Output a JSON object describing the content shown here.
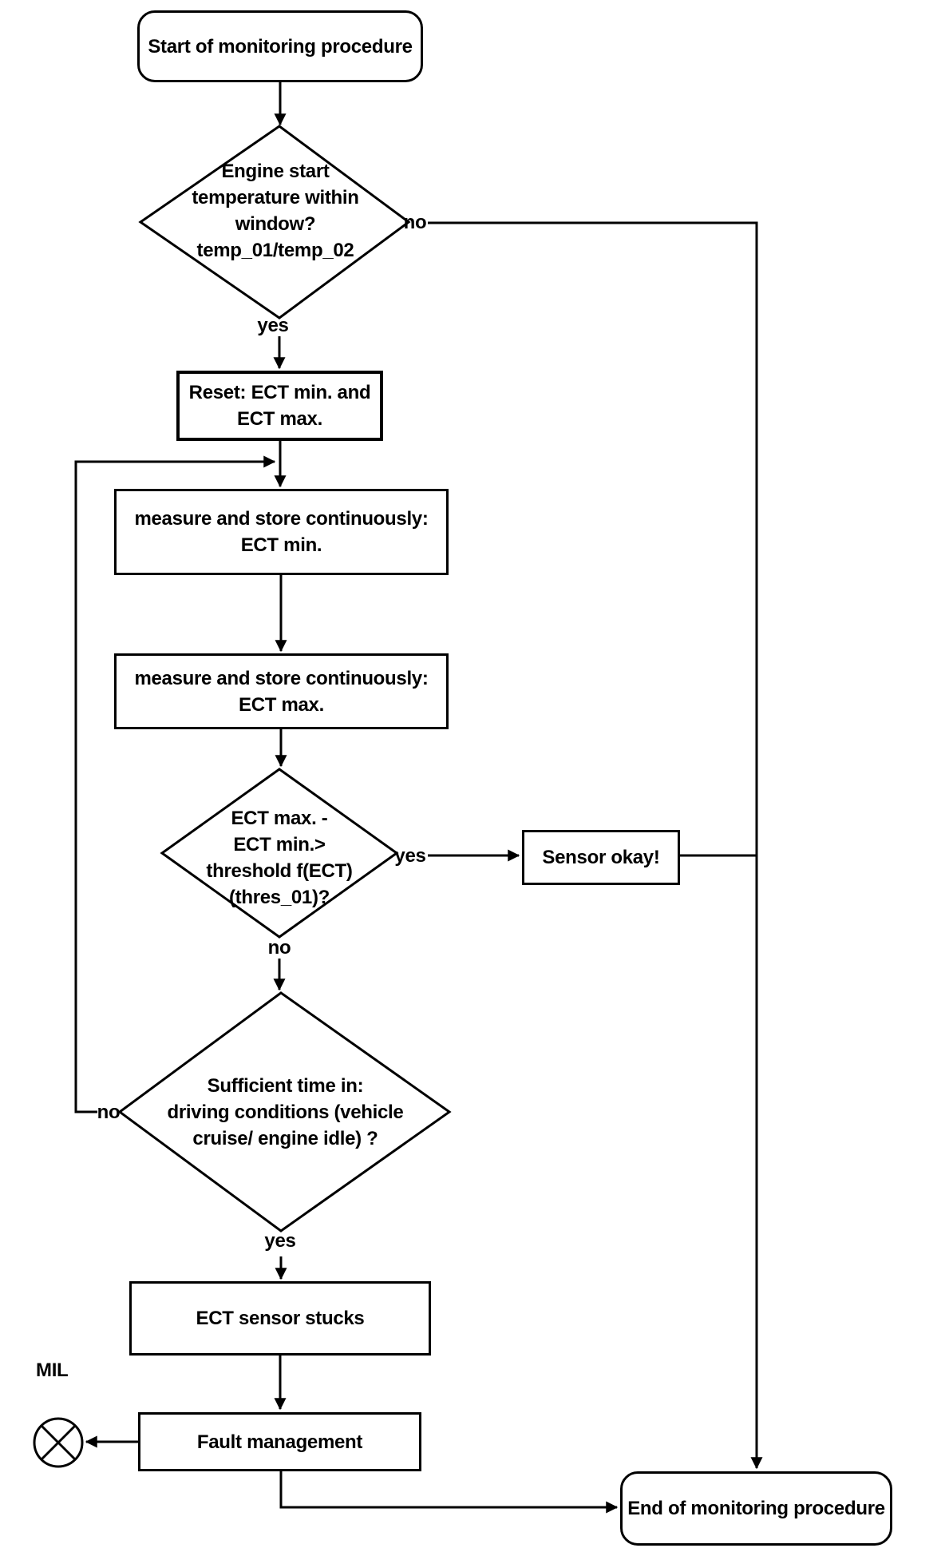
{
  "diagram": {
    "title_hint": "ECT sensor monitoring procedure flowchart",
    "colors": {
      "background": "#ffffff",
      "line": "#000000",
      "node_fill": "#ffffff",
      "text": "#000000"
    },
    "nodes": {
      "start": {
        "type": "terminator",
        "label": "Start of monitoring procedure"
      },
      "engine_start_temp": {
        "type": "decision",
        "label": "Engine start\ntemperature within\nwindow?\ntemp_01/temp_02"
      },
      "reset": {
        "type": "process",
        "label": "Reset: ECT min. and\nECT max."
      },
      "measure_min": {
        "type": "process",
        "label": "measure and store continuously:\nECT min."
      },
      "measure_max": {
        "type": "process",
        "label": "measure and store continuously:\nECT max."
      },
      "threshold_check": {
        "type": "decision",
        "label": "ECT max. -\nECT min.>\nthreshold f(ECT)\n(thres_01)?"
      },
      "sensor_okay": {
        "type": "process",
        "label": "Sensor okay!"
      },
      "sufficient_time": {
        "type": "decision",
        "label": "Sufficient time in:\ndriving conditions (vehicle\ncruise/ engine idle) ?"
      },
      "sensor_stucks": {
        "type": "process",
        "label": "ECT sensor stucks"
      },
      "fault_management": {
        "type": "process",
        "label": "Fault management"
      },
      "end": {
        "type": "terminator",
        "label": "End of monitoring procedure"
      },
      "mil": {
        "type": "indicator-lamp",
        "label": "MIL"
      }
    },
    "edge_labels": {
      "engine_temp_no": "no",
      "engine_temp_yes": "yes",
      "threshold_yes": "yes",
      "threshold_no": "no",
      "sufficient_no": "no",
      "sufficient_yes": "yes"
    }
  }
}
